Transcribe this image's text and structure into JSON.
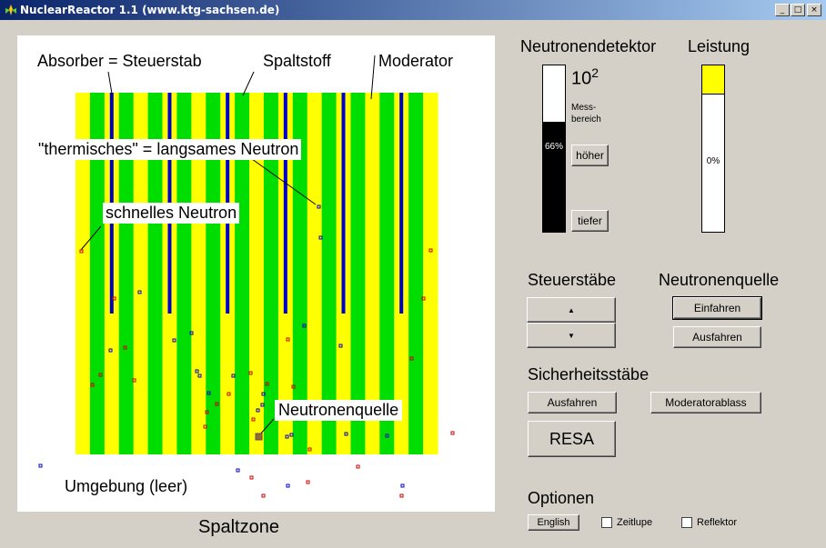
{
  "window": {
    "title": "NuclearReactor 1.1 (www.ktg-sachsen.de)",
    "minimize": "_",
    "maximize": "□",
    "close": "×"
  },
  "reactor": {
    "label_absorber": "Absorber = Steuerstab",
    "label_spaltstoff": "Spaltstoff",
    "label_moderator": "Moderator",
    "label_thermal": "\"thermisches\" = langsames Neutron",
    "label_fast": "schnelles Neutron",
    "label_source": "Neutronenquelle",
    "label_umgebung": "Umgebung (leer)",
    "caption": "Spaltzone",
    "colors": {
      "fuel": "#ffff00",
      "moderator": "#00dd00",
      "rod": "#0000cc"
    }
  },
  "detector": {
    "title": "Neutronendetektor",
    "exponent_base": "10",
    "exponent": "2",
    "range_label": "Mess-\nbereich",
    "fill_percent_label": "66%",
    "fill_fraction": 0.66,
    "higher_button": "höher",
    "lower_button": "tiefer"
  },
  "power": {
    "title": "Leistung",
    "percent_label": "0%",
    "fill_fraction": 0.0
  },
  "control_rods": {
    "title": "Steuerstäbe",
    "up_symbol": "▲",
    "down_symbol": "▼"
  },
  "neutron_source": {
    "title": "Neutronenquelle",
    "insert_button": "Einfahren",
    "extract_button": "Ausfahren"
  },
  "safety_rods": {
    "title": "Sicherheitsstäbe",
    "extract_button": "Ausfahren",
    "drain_button": "Moderatorablass",
    "scram_button": "RESA"
  },
  "options": {
    "title": "Optionen",
    "language_button": "English",
    "slowmo_label": "Zeitlupe",
    "reflector_label": "Reflektor"
  }
}
